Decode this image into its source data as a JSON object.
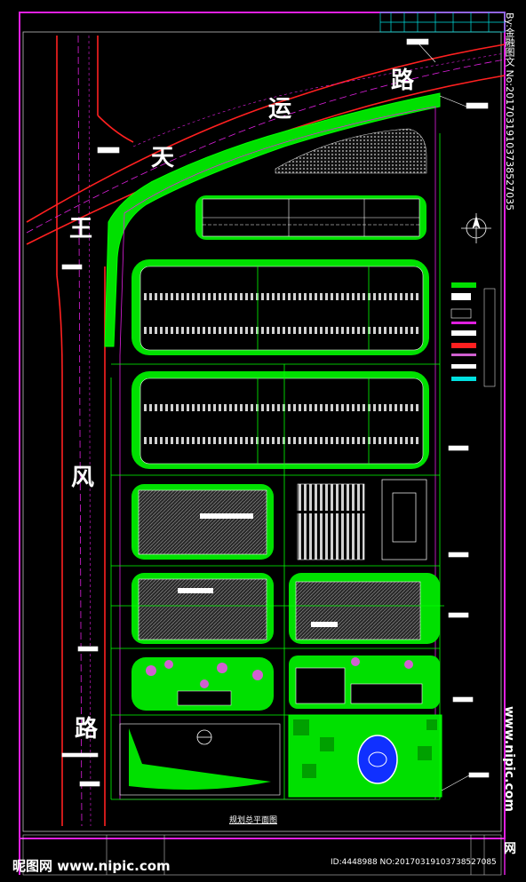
{
  "roads": {
    "north_road_chars": [
      "天",
      "运",
      "路"
    ],
    "west_road_chars": [
      "王",
      "风",
      "路"
    ]
  },
  "bottom_title": "规划总平面图",
  "watermarks": {
    "logo_text": "昵图网 www.nipic.com",
    "id_text": "ID:4448988 NO:20170319103738527085",
    "side_author": "By:金融图文 No:20170319103738527035",
    "side_site": "www.nipic.com",
    "side_logo_char": "网"
  },
  "colors": {
    "background": "#000000",
    "frame": "#e020e0",
    "lawn": "#00e000",
    "green_line": "#00ff00",
    "road_edge": "#ff2020",
    "building": "#3a3a3a",
    "cyan": "#00e0e0",
    "white": "#ffffff",
    "water": "#1030ff"
  }
}
